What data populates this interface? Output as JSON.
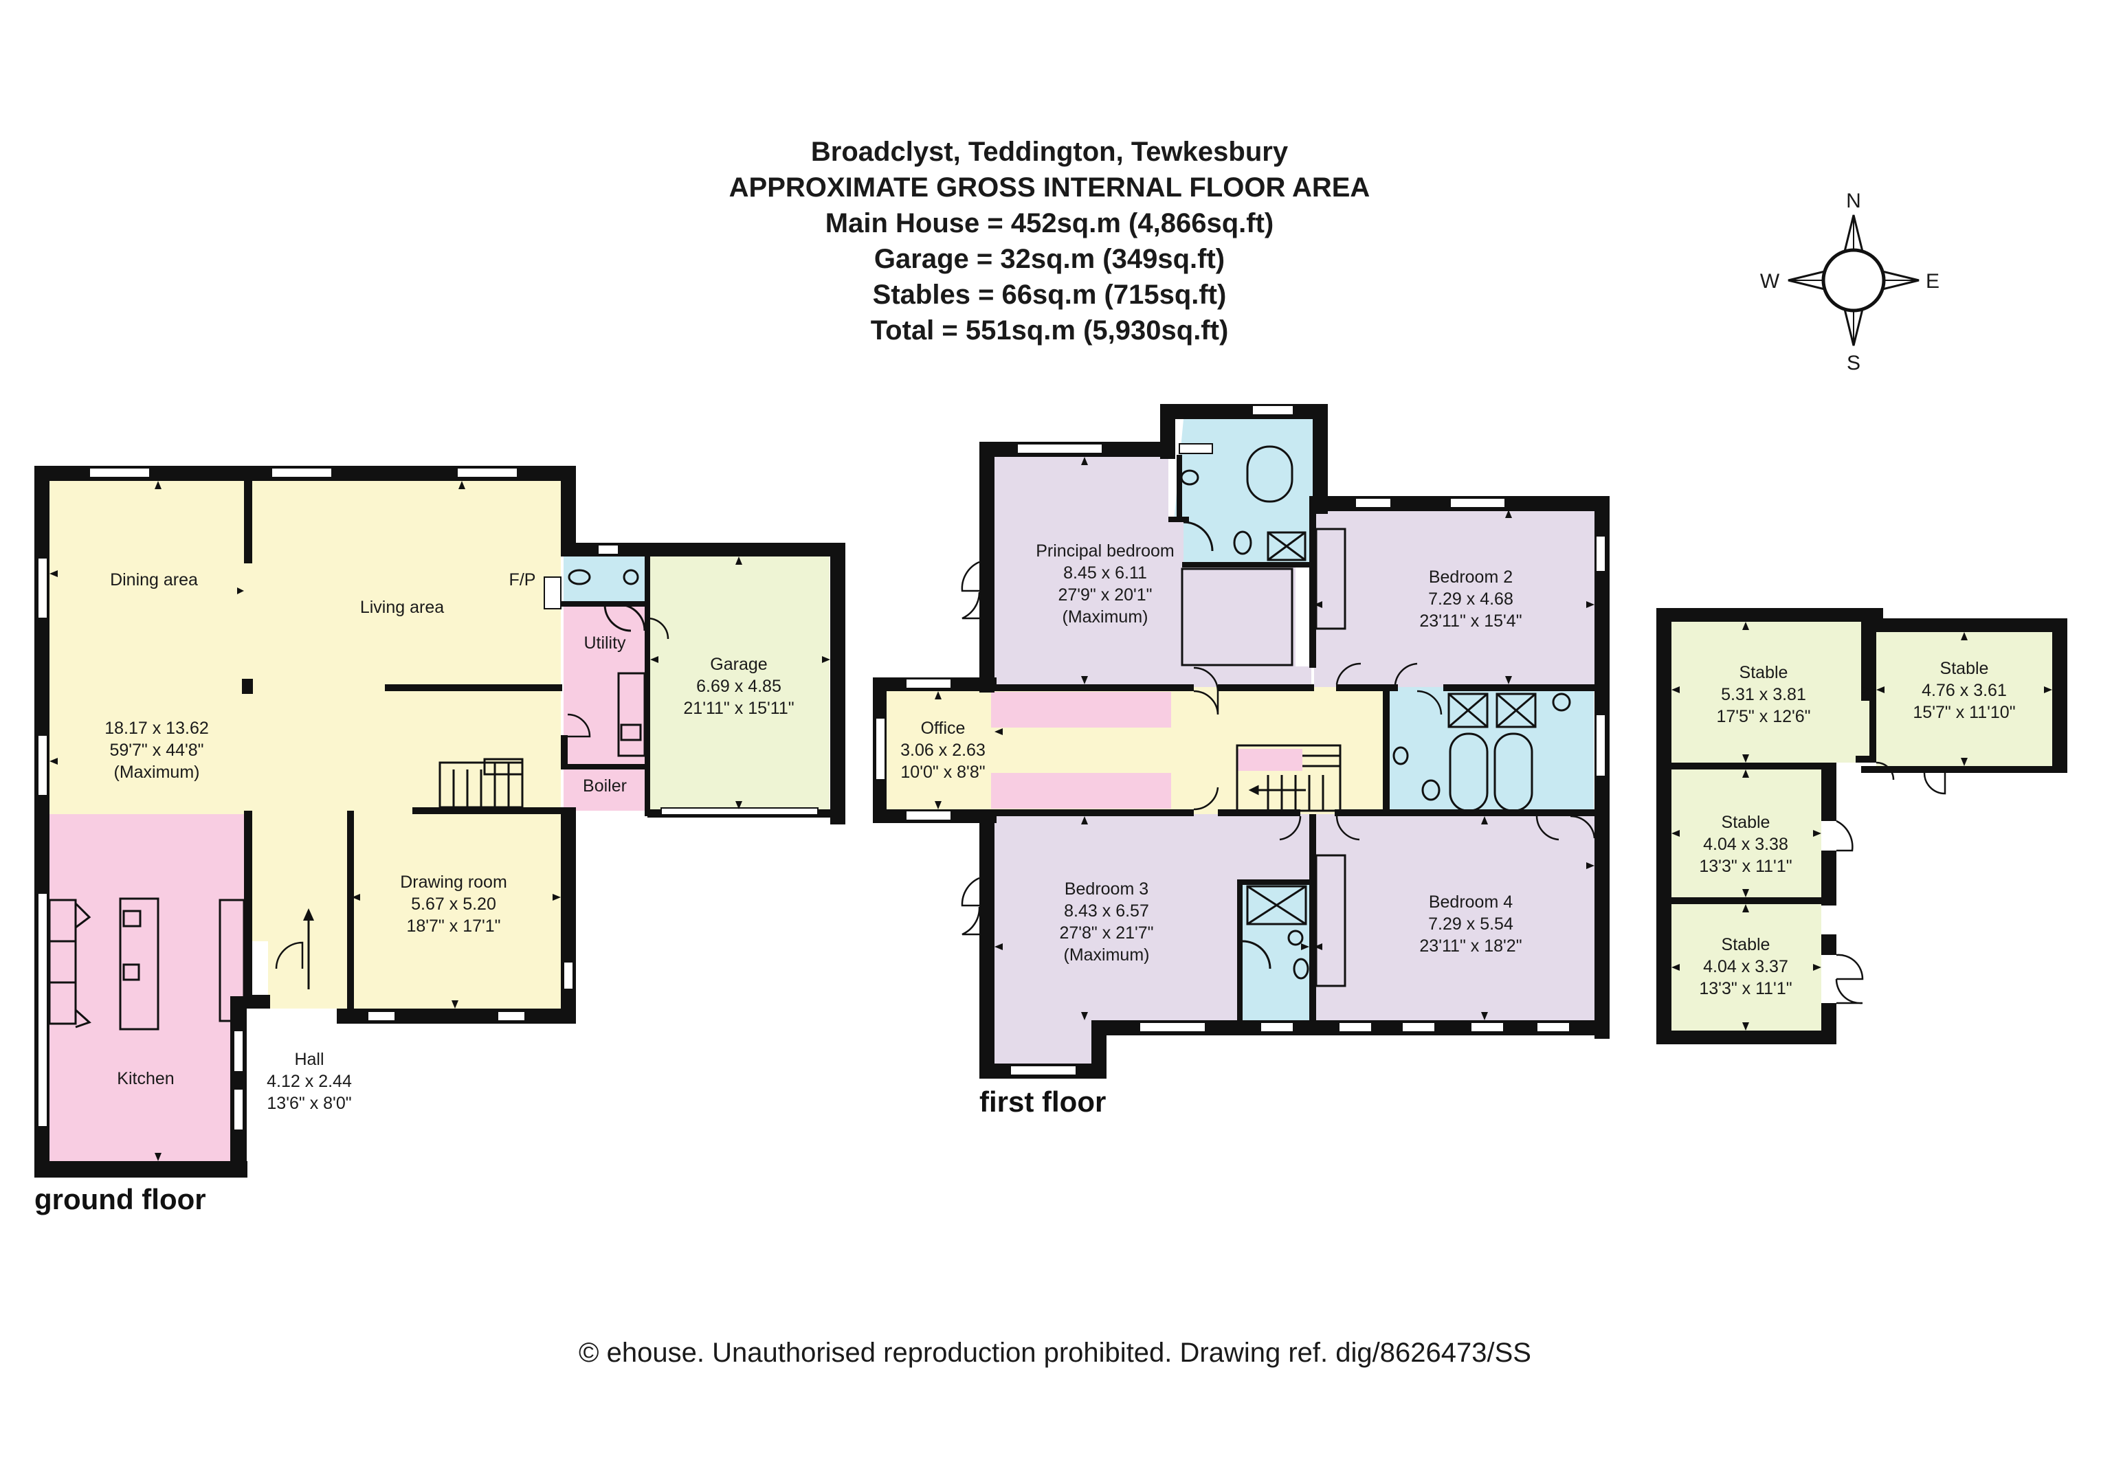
{
  "header": {
    "address": "Broadclyst, Teddington, Tewkesbury",
    "subtitle": "APPROXIMATE GROSS INTERNAL FLOOR AREA",
    "main_house": "Main House = 452sq.m (4,866sq.ft)",
    "garage": "Garage = 32sq.m (349sq.ft)",
    "stables": "Stables = 66sq.m (715sq.ft)",
    "total": "Total = 551sq.m (5,930sq.ft)"
  },
  "compass": {
    "n": "N",
    "e": "E",
    "s": "S",
    "w": "W"
  },
  "colors": {
    "living": "#fbf6cf",
    "kitchen": "#f8cde2",
    "utility": "#f8cde2",
    "bathroom": "#c8e9f2",
    "bedroom": "#e4dbea",
    "landing": "#fbf6cf",
    "garage": "#eef4d4",
    "stable": "#eef4d4",
    "wall": "#111111"
  },
  "ground_floor": {
    "label": "ground floor",
    "rooms": {
      "dining": "Dining area",
      "living": "Living area",
      "fp": "F/P",
      "main_dims": [
        "18.17 x 13.62",
        "59'7\" x 44'8\"",
        "(Maximum)"
      ],
      "utility": "Utility",
      "boiler": "Boiler",
      "garage": [
        "Garage",
        "6.69 x 4.85",
        "21'11\" x 15'11\""
      ],
      "drawing": [
        "Drawing room",
        "5.67 x 5.20",
        "18'7\" x 17'1\""
      ],
      "kitchen": "Kitchen",
      "hall": [
        "Hall",
        "4.12 x 2.44",
        "13'6\" x 8'0\""
      ]
    }
  },
  "first_floor": {
    "label": "first floor",
    "rooms": {
      "principal": [
        "Principal bedroom",
        "8.45 x 6.11",
        "27'9\" x 20'1\"",
        "(Maximum)"
      ],
      "bed2": [
        "Bedroom 2",
        "7.29 x 4.68",
        "23'11\" x 15'4\""
      ],
      "office": [
        "Office",
        "3.06 x 2.63",
        "10'0\" x 8'8\""
      ],
      "bed3": [
        "Bedroom 3",
        "8.43 x 6.57",
        "27'8\" x 21'7\"",
        "(Maximum)"
      ],
      "bed4": [
        "Bedroom 4",
        "7.29 x 5.54",
        "23'11\" x 18'2\""
      ]
    }
  },
  "stables": {
    "s1": [
      "Stable",
      "5.31 x 3.81",
      "17'5\" x 12'6\""
    ],
    "s2": [
      "Stable",
      "4.76 x 3.61",
      "15'7\" x 11'10\""
    ],
    "s3": [
      "Stable",
      "4.04 x 3.38",
      "13'3\" x 11'1\""
    ],
    "s4": [
      "Stable",
      "4.04 x 3.37",
      "13'3\" x 11'1\""
    ]
  },
  "footer": {
    "copyright": "© ehouse. Unauthorised reproduction prohibited. Drawing ref. dig/8626473/SS"
  }
}
